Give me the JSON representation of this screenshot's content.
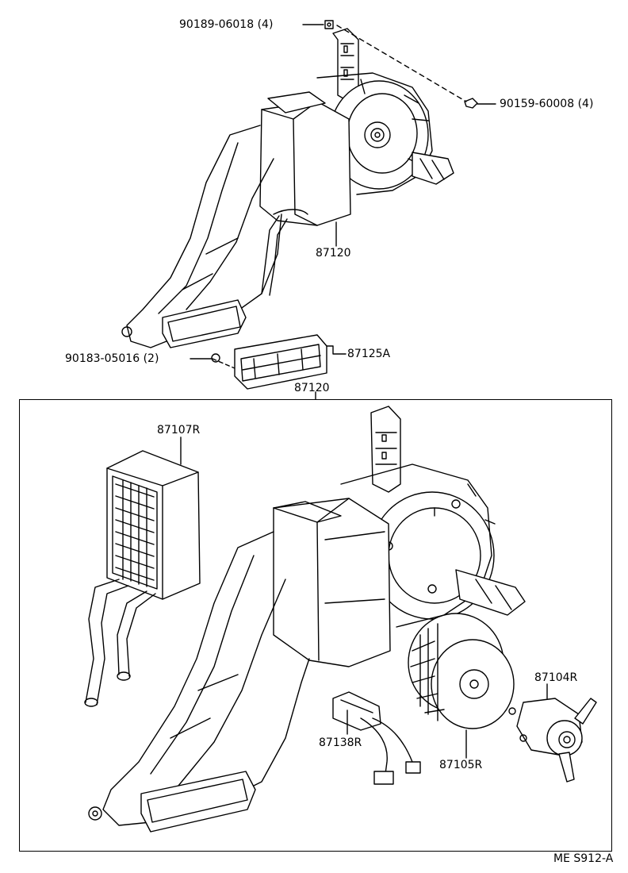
{
  "callouts": {
    "bolt_top": "90189-06018 (4)",
    "screw_right": "90159-60008 (4)",
    "unit_top": "87120",
    "nut_left": "90183-05016 (2)",
    "duct_outlet": "87125A",
    "unit_frame": "87120",
    "heater_core": "87107R",
    "motor": "87104R",
    "resistor": "87138R",
    "fan": "87105R"
  },
  "drawing_code": "ME S912-A",
  "colors": {
    "ink": "#000000",
    "paper": "#ffffff"
  }
}
